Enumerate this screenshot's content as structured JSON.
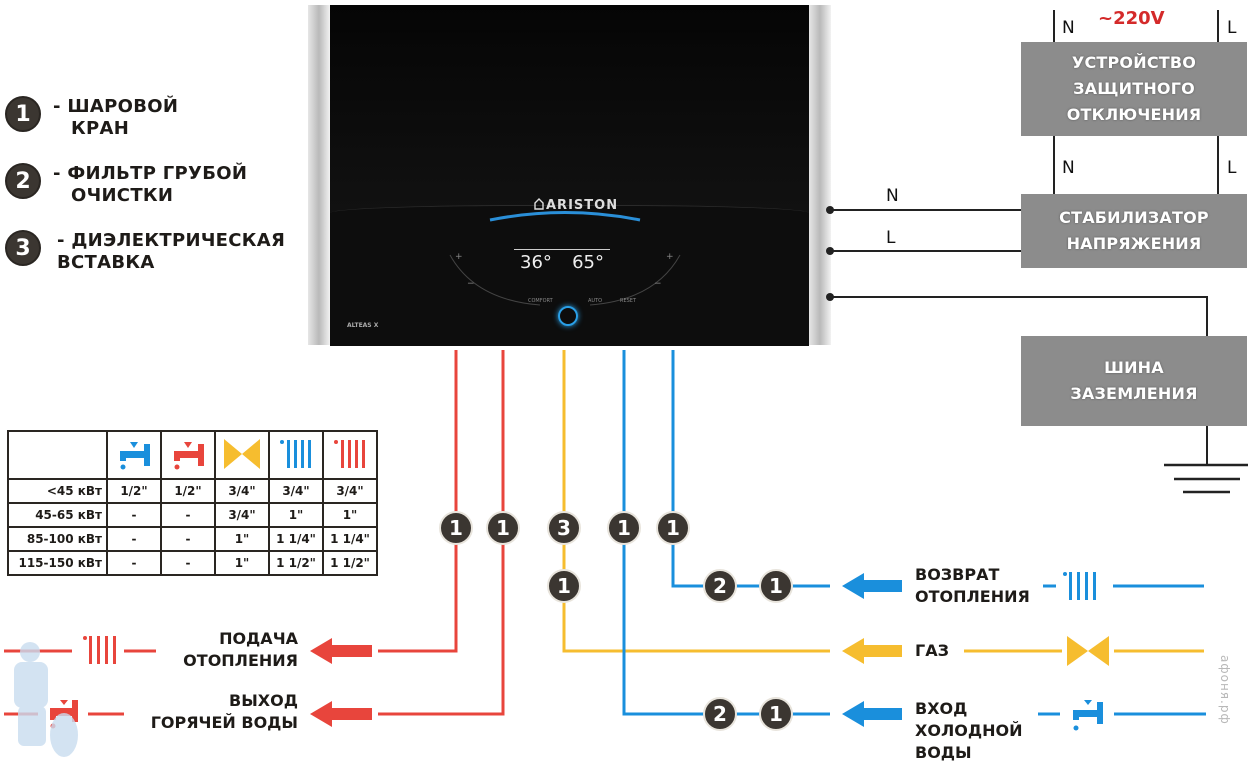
{
  "legend": [
    {
      "num": "1",
      "text_line1": "- ШАРОВОЙ",
      "text_line2": "КРАН"
    },
    {
      "num": "2",
      "text_line1": "- ФИЛЬТР ГРУБОЙ",
      "text_line2": "ОЧИСТКИ"
    },
    {
      "num": "3",
      "text_line1": "- ДИЭЛЕКТРИЧЕСКАЯ",
      "text_line2": "ВСТАВКА"
    }
  ],
  "boiler": {
    "brand": "ARISTON",
    "display_left_temp": "36°",
    "display_right_temp": "65°",
    "model_label": "ALTEAS X",
    "controls": [
      "+",
      "−",
      "+",
      "−"
    ],
    "buttons": [
      "COMFORT",
      "AUTO",
      "RESET"
    ]
  },
  "electrical": {
    "supply": "~220V",
    "n_label": "N",
    "l_label": "L",
    "rcd_box": [
      "УСТРОЙСТВО",
      "ЗАЩИТНОГО",
      "ОТКЛЮЧЕНИЯ"
    ],
    "stabilizer_box": [
      "СТАБИЛИЗАТОР",
      "НАПРЯЖЕНИЯ"
    ],
    "ground_box": [
      "ШИНА",
      "ЗАЗЕМЛЕНИЯ"
    ]
  },
  "table": {
    "header_icons": [
      "cold-water-tap-icon",
      "hot-water-tap-icon",
      "gas-valve-icon",
      "return-radiator-icon",
      "supply-radiator-icon"
    ],
    "rows": [
      {
        "power": "<45 кВт",
        "values": [
          "1/2\"",
          "1/2\"",
          "3/4\"",
          "3/4\"",
          "3/4\""
        ]
      },
      {
        "power": "45-65 кВт",
        "values": [
          "-",
          "-",
          "3/4\"",
          "1\"",
          "1\""
        ]
      },
      {
        "power": "85-100 кВт",
        "values": [
          "-",
          "-",
          "1\"",
          "1 1/4\"",
          "1 1/4\""
        ]
      },
      {
        "power": "115-150 кВт",
        "values": [
          "-",
          "-",
          "1\"",
          "1 1/2\"",
          "1 1/2\""
        ]
      }
    ]
  },
  "pipes": {
    "top_markers": [
      "1",
      "1",
      "3",
      "1",
      "1"
    ],
    "gas_second_marker": "1",
    "return_markers": [
      "2",
      "1"
    ],
    "cold_markers": [
      "2",
      "1"
    ],
    "labels": {
      "heating_supply": [
        "ПОДАЧА",
        "ОТОПЛЕНИЯ"
      ],
      "hot_water_out": [
        "ВЫХОД",
        "ГОРЯЧЕЙ ВОДЫ"
      ],
      "heating_return": [
        "ВОЗВРАТ",
        "ОТОПЛЕНИЯ"
      ],
      "gas": [
        "ГАЗ"
      ],
      "cold_water_in": [
        "ВХОД",
        "ХОЛОДНОЙ",
        "ВОДЫ"
      ]
    },
    "colors": {
      "hot": "#e8453c",
      "gas": "#f6bd2f",
      "cold": "#1a8fdc"
    }
  },
  "watermark": "афоня.рф"
}
